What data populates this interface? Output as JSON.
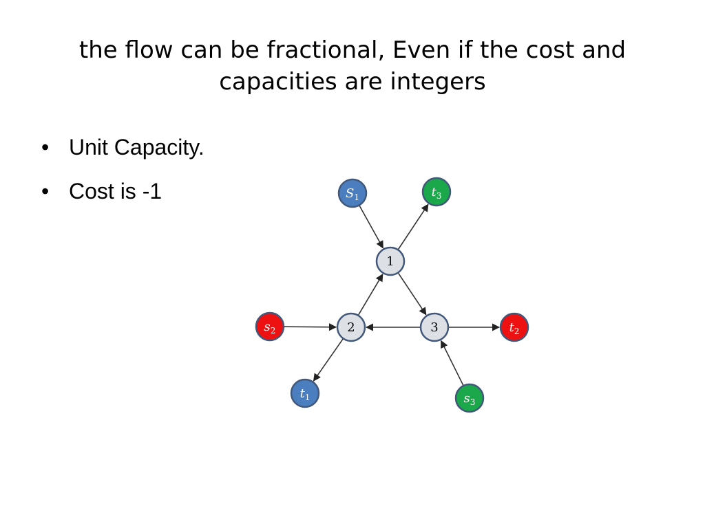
{
  "slide": {
    "title": "the flow can be fractional, Even if the cost and capacities are integers",
    "bullets": [
      "Unit Capacity.",
      "Cost is -1"
    ]
  },
  "diagram": {
    "nodes": [
      {
        "id": "n1",
        "name": "node-1",
        "label": "1",
        "sub": "",
        "italic": false,
        "fill": "#dde1e6",
        "text_color": "#000000"
      },
      {
        "id": "n2",
        "name": "node-2",
        "label": "2",
        "sub": "",
        "italic": false,
        "fill": "#dde1e6",
        "text_color": "#000000"
      },
      {
        "id": "n3",
        "name": "node-3",
        "label": "3",
        "sub": "",
        "italic": false,
        "fill": "#dde1e6",
        "text_color": "#000000"
      },
      {
        "id": "S1",
        "name": "node-S1",
        "label": "S",
        "sub": "1",
        "italic": true,
        "fill": "#4a7ebf",
        "text_color": "#ffffff"
      },
      {
        "id": "t3",
        "name": "node-t3",
        "label": "t",
        "sub": "3",
        "italic": true,
        "fill": "#1aa84a",
        "text_color": "#ffffff"
      },
      {
        "id": "s2",
        "name": "node-s2",
        "label": "s",
        "sub": "2",
        "italic": true,
        "fill": "#ee1111",
        "text_color": "#ffffff"
      },
      {
        "id": "t2",
        "name": "node-t2",
        "label": "t",
        "sub": "2",
        "italic": true,
        "fill": "#ee1111",
        "text_color": "#ffffff"
      },
      {
        "id": "t1",
        "name": "node-t1",
        "label": "t",
        "sub": "1",
        "italic": true,
        "fill": "#4a7ebf",
        "text_color": "#ffffff"
      },
      {
        "id": "s3",
        "name": "node-s3",
        "label": "s",
        "sub": "3",
        "italic": true,
        "fill": "#1aa84a",
        "text_color": "#ffffff"
      }
    ],
    "edges": [
      {
        "from": "S1",
        "to": "n1"
      },
      {
        "from": "n1",
        "to": "t3"
      },
      {
        "from": "n1",
        "to": "n3"
      },
      {
        "from": "n2",
        "to": "n1"
      },
      {
        "from": "n3",
        "to": "n2"
      },
      {
        "from": "s2",
        "to": "n2"
      },
      {
        "from": "n3",
        "to": "t2"
      },
      {
        "from": "n2",
        "to": "t1"
      },
      {
        "from": "s3",
        "to": "n3"
      }
    ],
    "colors": {
      "edge": "#333333",
      "node_border": "#41587a"
    }
  }
}
